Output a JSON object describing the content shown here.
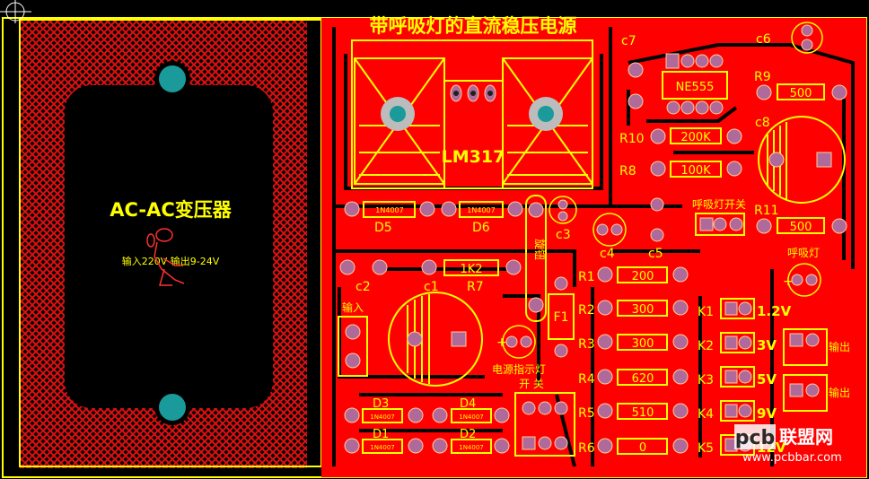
{
  "title": "带呼吸灯的直流稳压电源",
  "transformer": {
    "name": "AC-AC变压器",
    "spec": "输入220V 输出9-24V"
  },
  "regulator": "LM317",
  "timer": "NE555",
  "components": {
    "c1": "c1",
    "c2": "c2",
    "c3": "c3",
    "c4": "c4",
    "c5": "c5",
    "c6": "c6",
    "c7": "c7",
    "c8": "c8",
    "d1": "D1",
    "d2": "D2",
    "d3": "D3",
    "d4": "D4",
    "d5": "D5",
    "d6": "D6",
    "diode_part": "1N4007",
    "r7": "R7",
    "r7_value": "1K2",
    "r8": "R8",
    "r8_value": "100K",
    "r9": "R9",
    "r9_value": "500",
    "r10": "R10",
    "r10_value": "200K",
    "r11": "R11",
    "r11_value": "500",
    "fuse": "F1",
    "rotary_label": "旋钮"
  },
  "resistor_ladder": [
    {
      "ref": "R1",
      "value": "200"
    },
    {
      "ref": "R2",
      "value": "300"
    },
    {
      "ref": "R3",
      "value": "300"
    },
    {
      "ref": "R4",
      "value": "620"
    },
    {
      "ref": "R5",
      "value": "510"
    },
    {
      "ref": "R6",
      "value": "0"
    }
  ],
  "switches": [
    {
      "ref": "K1",
      "voltage": "1.2V"
    },
    {
      "ref": "K2",
      "voltage": "3V"
    },
    {
      "ref": "K3",
      "voltage": "5V"
    },
    {
      "ref": "K4",
      "voltage": "9V"
    },
    {
      "ref": "K5",
      "voltage": "12V"
    }
  ],
  "labels": {
    "input": "输入",
    "output1": "输出",
    "output2": "输出",
    "power_led": "电源指示灯",
    "power_switch": "开  关",
    "breathing_switch": "呼吸灯开关",
    "breathing_led": "呼吸灯"
  },
  "watermark": {
    "brand": "pcb",
    "brand_cn": "联盟网",
    "url": "www.pcbbar.com"
  },
  "colors": {
    "board": "#ff0000",
    "silkscreen": "#ffff00",
    "pad": "#b06a9a",
    "background": "#000000"
  }
}
